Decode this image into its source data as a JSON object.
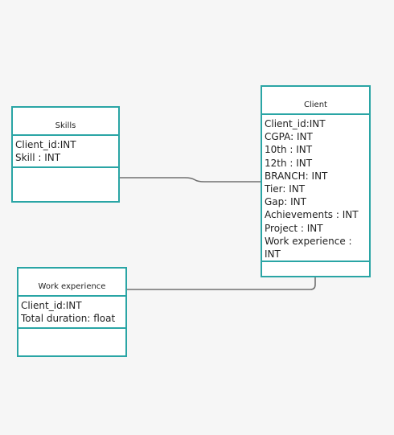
{
  "colors": {
    "box_border": "#2aa5a5",
    "connector": "#707070",
    "canvas": "#f6f6f6"
  },
  "entities": {
    "skills": {
      "title": "Skills",
      "attributes": [
        "Client_id:INT",
        "Skill : INT"
      ]
    },
    "client": {
      "title": "Client",
      "attributes": [
        "Client_id:INT",
        "CGPA: INT",
        "10th : INT",
        "12th : INT",
        "BRANCH: INT",
        "Tier: INT",
        "Gap: INT",
        "Achievements : INT",
        "Project : INT",
        "Work experience : INT"
      ]
    },
    "work_experience": {
      "title": "Work experience",
      "attributes": [
        "Client_id:INT",
        "Total duration: float"
      ]
    }
  },
  "relations": [
    {
      "from": "Skills",
      "to": "Client"
    },
    {
      "from": "Work experience",
      "to": "Client"
    }
  ]
}
